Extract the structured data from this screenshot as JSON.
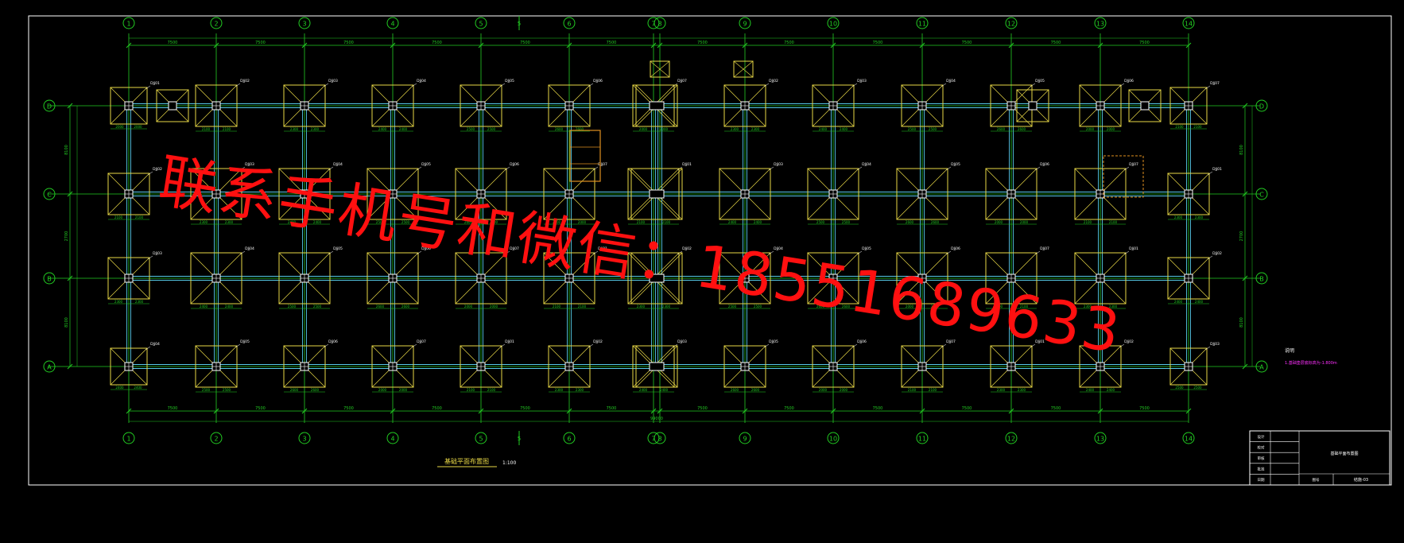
{
  "axes": {
    "columns": [
      "1",
      "2",
      "3",
      "4",
      "5",
      "6",
      "7",
      "8",
      "9",
      "10",
      "11",
      "12",
      "13",
      "14"
    ],
    "column_mid_label": "5",
    "rows": [
      "D",
      "C",
      "B",
      "A"
    ]
  },
  "dimensions": {
    "top_spans": [
      "7500",
      "7500",
      "7500",
      "7500",
      "7500",
      "7500",
      "7500",
      "7500",
      "7500",
      "7500",
      "7500",
      "7500",
      "7500"
    ],
    "bottom_total": "99000",
    "left_row_spans": [
      "8100",
      "2700",
      "8100"
    ],
    "right_row_spans": [
      "8100",
      "2700",
      "8100"
    ]
  },
  "footings": {
    "labels": [
      "DJj01",
      "DJj02",
      "DJj03",
      "DJj04",
      "DJj05",
      "DJj06",
      "DJj07"
    ],
    "size_labels": [
      "2000",
      "2100",
      "2300",
      "2400",
      "2500",
      "2600"
    ]
  },
  "drawing_title": {
    "name": "基础平面布置图",
    "scale": "1:100"
  },
  "note": {
    "title": "说明",
    "text": "1.基础垫层底标高为-1.800m"
  },
  "title_block": {
    "drawing_name": "基础平面布置图",
    "sheet_no": "结施-03",
    "rows": [
      "设计",
      "校对",
      "审核",
      "批准",
      "日期"
    ],
    "sheet_label": "图号"
  },
  "watermark": {
    "text": "联系手机号和微信：18551689633"
  },
  "colors": {
    "background": "#000000",
    "grid": "#22cc22",
    "beam": "#55c8e6",
    "footing": "#e8d846",
    "frame": "#ffffff",
    "accent": "#ff30ff",
    "watermark": "#ff1010"
  }
}
